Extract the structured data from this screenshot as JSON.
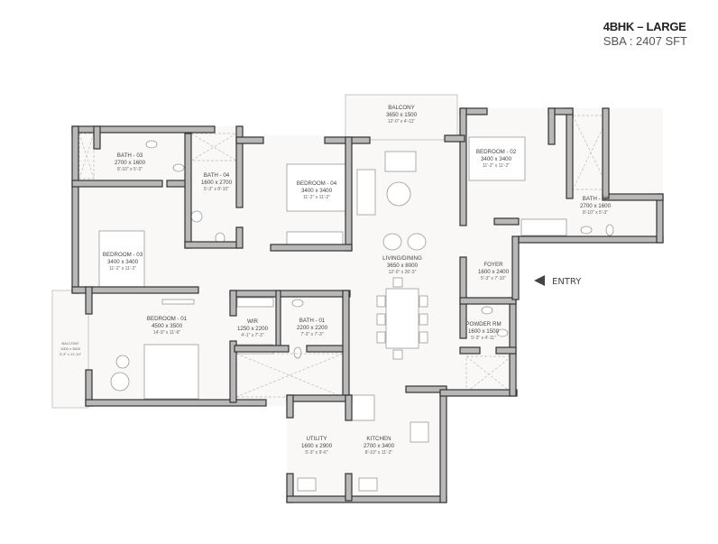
{
  "header": {
    "title": "4BHK – LARGE",
    "sba": "SBA : 2407 SFT"
  },
  "entry_label": "ENTRY",
  "rooms": {
    "balcony_top": {
      "name": "BALCONY",
      "metric": "3650 x 1500",
      "imperial": "12'-0\" x 4'-11\""
    },
    "bath03": {
      "name": "BATH - 03",
      "metric": "2700 x 1600",
      "imperial": "8'-10\" x 5'-3\""
    },
    "bath04": {
      "name": "BATH - 04",
      "metric": "1600 x 2700",
      "imperial": "5'-3\" x 8'-10\""
    },
    "bedroom04": {
      "name": "BEDROOM - 04",
      "metric": "3400 x 3400",
      "imperial": "11'-2\" x 11'-2\""
    },
    "bedroom02": {
      "name": "BEDROOM - 02",
      "metric": "3400 x 3400",
      "imperial": "11'-2\" x 11'-2\""
    },
    "bath02": {
      "name": "BATH - 02",
      "metric": "2700 x 1600",
      "imperial": "8'-10\" x 5'-3\""
    },
    "bedroom03": {
      "name": "BEDROOM - 03",
      "metric": "3400 x 3400",
      "imperial": "11'-2\" x 11'-2\""
    },
    "living": {
      "name": "LIVING/DINING",
      "metric": "3650 x 8000",
      "imperial": "12'-0\" x 26'-3\""
    },
    "foyer": {
      "name": "FOYER",
      "metric": "1600 x 2400",
      "imperial": "5'-3\" x 7'-10\""
    },
    "powder": {
      "name": "POWDER RM",
      "metric": "1600 x 1500",
      "imperial": "5'-3\" x 4'-11\""
    },
    "bedroom01": {
      "name": "BEDROOM - 01",
      "metric": "4500 x 3500",
      "imperial": "14'-9\" x 11'-6\""
    },
    "wir": {
      "name": "WIR",
      "metric": "1250 x 2200",
      "imperial": "4'-1\" x 7'-3\""
    },
    "bath01": {
      "name": "BATH - 01",
      "metric": "2200 x 2200",
      "imperial": "7'-3\" x 7'-3\""
    },
    "balcony_left": {
      "name": "BALCONY",
      "metric": "1000 x 3600",
      "imperial": "3'-3\" x 11'-10\""
    },
    "utility": {
      "name": "UTILITY",
      "metric": "1600 x 2900",
      "imperial": "5'-3\" x 9'-6\""
    },
    "kitchen": {
      "name": "KITCHEN",
      "metric": "2700 x 3400",
      "imperial": "8'-10\" x 11'-2\""
    }
  }
}
